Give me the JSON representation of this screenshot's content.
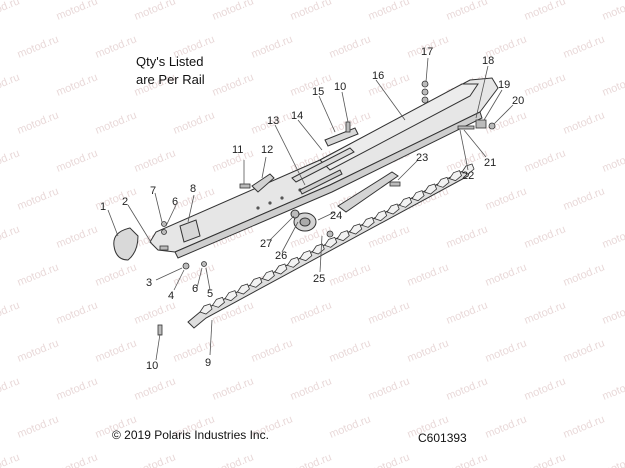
{
  "note": {
    "line1": "Qty's Listed",
    "line2": "are Per Rail"
  },
  "copyright": "© 2019 Polaris Industries Inc.",
  "diagram_code": "C601393",
  "watermark": "motod.ru",
  "colors": {
    "part_fill": "#e6e6e6",
    "part_stroke": "#333333",
    "leader": "#555555",
    "watermark": "#d7b9b9"
  },
  "callouts": [
    "1",
    "2",
    "3",
    "4",
    "5",
    "6",
    "6",
    "7",
    "8",
    "9",
    "10",
    "10",
    "11",
    "12",
    "13",
    "14",
    "15",
    "16",
    "17",
    "18",
    "19",
    "20",
    "21",
    "22",
    "23",
    "24",
    "25",
    "26",
    "27"
  ]
}
